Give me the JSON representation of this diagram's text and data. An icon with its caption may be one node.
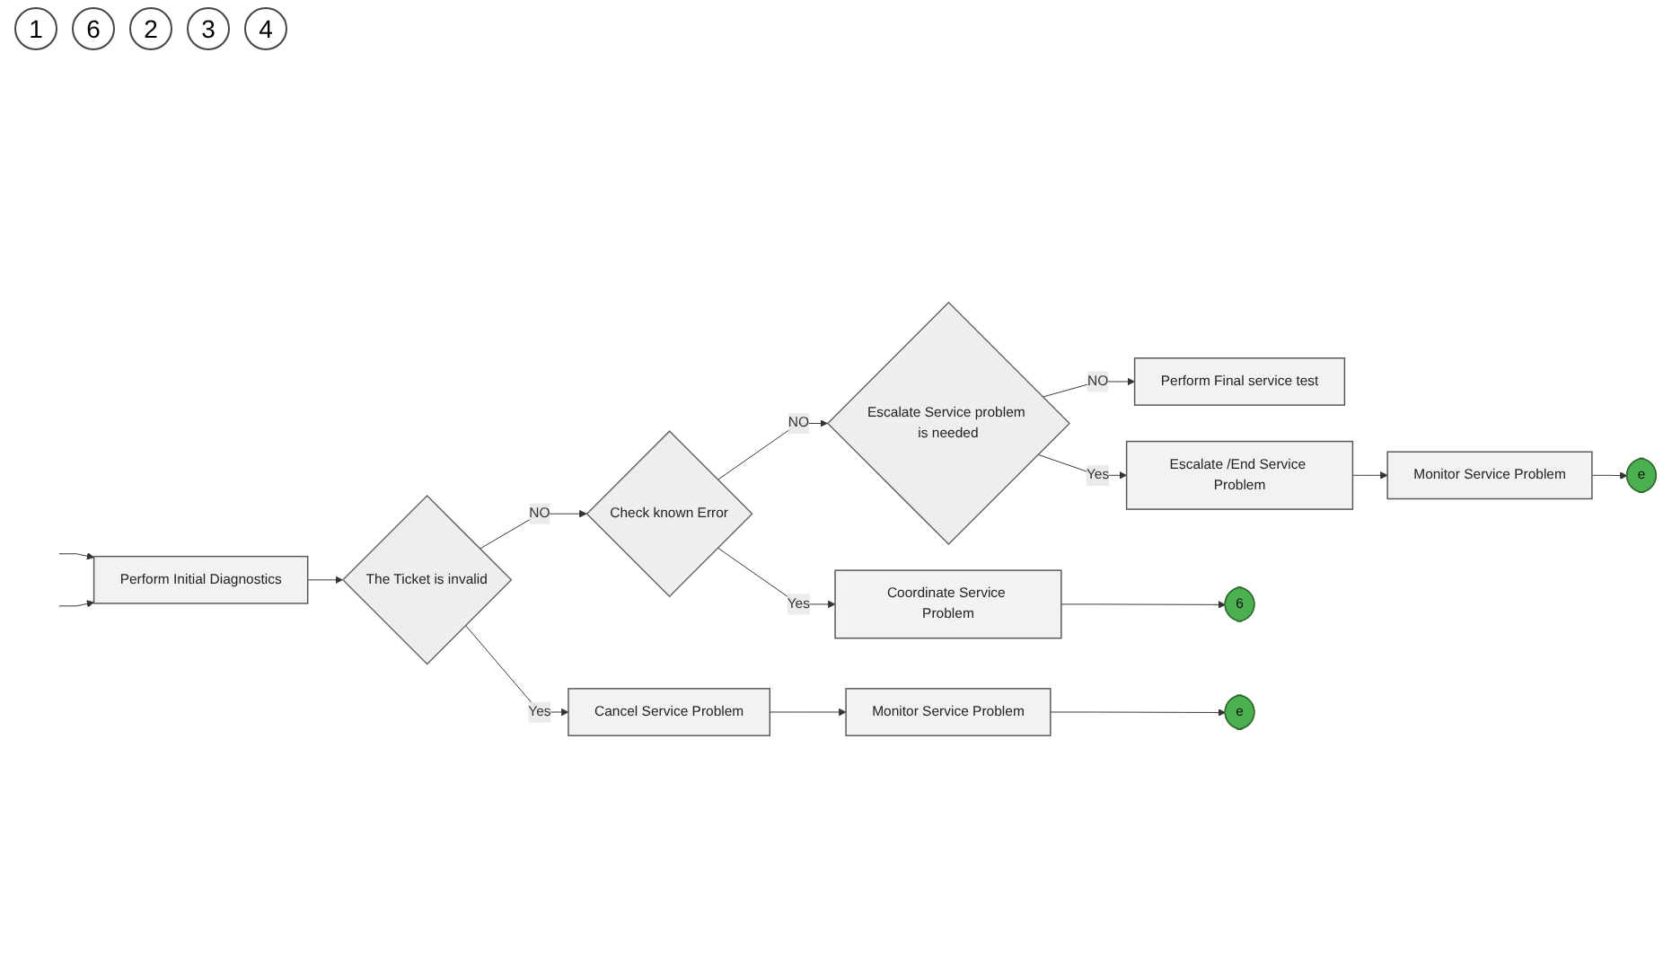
{
  "diagram": {
    "nodes": [
      {
        "text": [
          "Perform Initial Diagnostics"
        ]
      },
      {
        "text": [
          "The Ticket is invalid"
        ]
      },
      {
        "text": [
          "Check known Error"
        ]
      },
      {
        "text": [
          "Escalate Service problem is needed"
        ]
      },
      {
        "text": [
          "Perform Final service test"
        ]
      },
      {
        "text": [
          "Cancel Service Problem"
        ]
      },
      {
        "text": [
          "Coordinate Service Problem"
        ]
      },
      {
        "text": [
          "Escalate /End Service Problem"
        ]
      },
      {
        "text": [
          "Monitor Service Problem"
        ]
      },
      {
        "text": [
          "Monitor Service Problem"
        ]
      },
      {
        "text": [
          "e"
        ]
      },
      {
        "text": [
          "6"
        ]
      },
      {
        "text": [
          "e"
        ]
      }
    ],
    "edges": [
      {
        "from": null,
        "to": 0,
        "arrow": "to"
      },
      {
        "from": null,
        "to": 0,
        "arrow": "to"
      },
      {
        "from": 0,
        "to": 1,
        "arrow": "to"
      },
      {
        "from": 1,
        "to": 2,
        "label": "NO",
        "arrow": "to"
      },
      {
        "from": 2,
        "to": 3,
        "label": "NO",
        "arrow": "to"
      },
      {
        "from": 3,
        "to": 4,
        "label": "NO",
        "arrow": "to"
      },
      {
        "from": 1,
        "to": 5,
        "label": "Yes",
        "arrow": "to"
      },
      {
        "from": 2,
        "to": 6,
        "label": "Yes",
        "arrow": "to"
      },
      {
        "from": 3,
        "to": 7,
        "label": "Yes",
        "arrow": "to"
      },
      {
        "from": 5,
        "to": 8,
        "arrow": "to"
      },
      {
        "from": 6,
        "to": 11,
        "arrow": "to"
      },
      {
        "from": 7,
        "to": 9,
        "arrow": "to"
      },
      {
        "from": 8,
        "to": 10,
        "arrow": "to"
      },
      {
        "from": 9,
        "to": 12,
        "arrow": "to"
      }
    ],
    "labels": [
      "1",
      "6",
      "2",
      "3",
      "4"
    ]
  }
}
